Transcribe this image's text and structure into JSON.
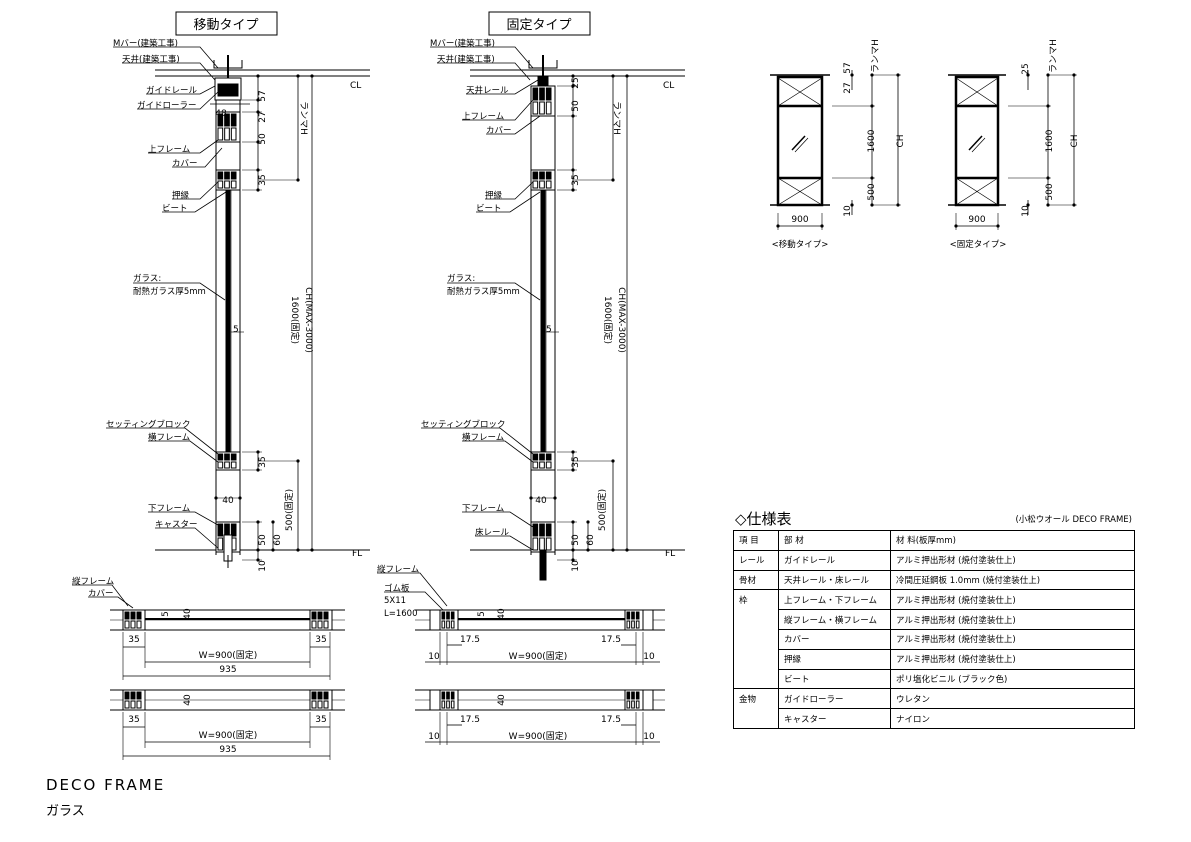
{
  "sliding": {
    "title": "移動タイプ",
    "labels": {
      "m_bar": "Mバー(建築工事)",
      "ceiling": "天井(建築工事)",
      "guide_rail": "ガイドレール",
      "guide_roller": "ガイドローラー",
      "top_frame": "上フレーム",
      "cover": "カバー",
      "stop": "押縁",
      "bead": "ビート",
      "glass1": "ガラス:",
      "glass2": "耐熱ガラス厚5mm",
      "setting_block": "セッティングブロック",
      "horizontal_frame": "横フレーム",
      "bottom_frame": "下フレーム",
      "caster": "キャスター",
      "cl": "CL",
      "fl": "FL"
    },
    "dims": {
      "d57": "57",
      "d27": "27",
      "d48": "48",
      "d50": "50",
      "d35a": "35",
      "ranma": "ランマH",
      "fixed1600": "1600(固定)",
      "ch": "CH(MAX-3000)",
      "d5": "5",
      "d35b": "35",
      "d40": "40",
      "fixed500": "500(固定)",
      "d50b": "50",
      "d60": "60",
      "d10": "10"
    },
    "plan": {
      "vertical_frame": "縦フレーム",
      "cover": "カバー",
      "d5": "5",
      "d40a": "40",
      "d35": "35",
      "width": "W=900(固定)",
      "total": "935",
      "d40b": "40"
    }
  },
  "fixed": {
    "title": "固定タイプ",
    "labels": {
      "m_bar": "Mバー(建築工事)",
      "ceiling": "天井(建築工事)",
      "ceiling_rail": "天井レール",
      "top_frame": "上フレーム",
      "cover": "カバー",
      "stop": "押縁",
      "bead": "ビート",
      "glass1": "ガラス:",
      "glass2": "耐熱ガラス厚5mm",
      "setting_block": "セッティングブロック",
      "horizontal_frame": "横フレーム",
      "bottom_frame": "下フレーム",
      "floor_rail": "床レール",
      "cl": "CL",
      "fl": "FL"
    },
    "dims": {
      "d25": "25",
      "d50": "50",
      "d35a": "35",
      "ranma": "ランマH",
      "fixed1600": "1600(固定)",
      "ch": "CH(MAX-3000)",
      "d5": "5",
      "d35b": "35",
      "d40": "40",
      "fixed500": "500(固定)",
      "d50b": "50",
      "d60": "60",
      "d10": "10"
    },
    "plan": {
      "vertical_frame": "縦フレーム",
      "rubber1": "ゴム板",
      "rubber2": "5X11",
      "rubber3": "L=1600",
      "d5": "5",
      "d40a": "40",
      "d17": "17.5",
      "d10": "10",
      "width": "W=900(固定)",
      "d40b": "40"
    }
  },
  "elevations": {
    "sliding": {
      "d57": "57",
      "d27": "27",
      "ranma": "ランマH",
      "d1600": "1600",
      "ch": "CH",
      "d500": "500",
      "d10": "10",
      "d900": "900",
      "caption": "<移動タイプ>"
    },
    "fixed": {
      "d25": "25",
      "ranma": "ランマH",
      "d1600": "1600",
      "ch": "CH",
      "d500": "500",
      "d10": "10",
      "d900": "900",
      "caption": "<固定タイプ>"
    }
  },
  "spec": {
    "title": "◇仕様表",
    "maker": "(小松ウオール DECO FRAME)",
    "headers": [
      "項 目",
      "部 材",
      "材 料(板厚mm)"
    ],
    "rows": [
      {
        "item": "レール",
        "part": "ガイドレール",
        "material": "アルミ押出形材 (焼付塗装仕上)"
      },
      {
        "item": "骨材",
        "part": "天井レール・床レール",
        "material": "冷間圧延鋼板 1.0mm (焼付塗装仕上)"
      },
      {
        "item": "枠",
        "part": "上フレーム・下フレーム",
        "material": "アルミ押出形材 (焼付塗装仕上)"
      },
      {
        "item": "",
        "part": "縦フレーム・横フレーム",
        "material": "アルミ押出形材 (焼付塗装仕上)"
      },
      {
        "item": "",
        "part": "カバー",
        "material": "アルミ押出形材 (焼付塗装仕上)"
      },
      {
        "item": "",
        "part": "押縁",
        "material": "アルミ押出形材 (焼付塗装仕上)"
      },
      {
        "item": "",
        "part": "ビート",
        "material": "ポリ塩化ビニル (ブラック色)"
      },
      {
        "item": "金物",
        "part": "ガイドローラー",
        "material": "ウレタン"
      },
      {
        "item": "",
        "part": "キャスター",
        "material": "ナイロン"
      }
    ]
  },
  "footer": {
    "title": "DECO FRAME",
    "subtitle": "ガラス"
  }
}
